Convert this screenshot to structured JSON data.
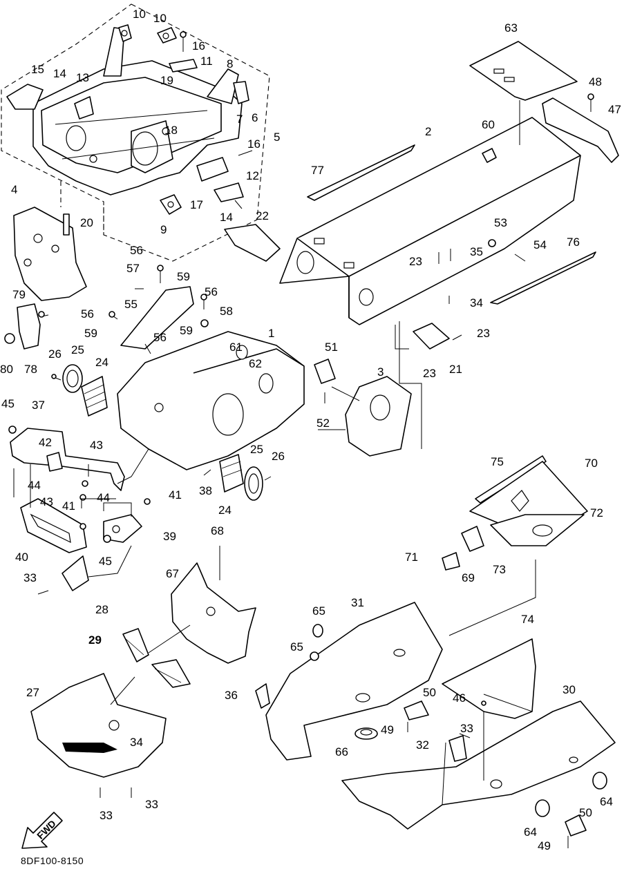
{
  "diagram_code": "8DF100-8150",
  "fwd_label": "FWD",
  "callouts": [
    {
      "id": "c10a",
      "text": "10"
    },
    {
      "id": "c10b",
      "text": "10"
    },
    {
      "id": "c16a",
      "text": "16"
    },
    {
      "id": "c15",
      "text": "15"
    },
    {
      "id": "c14a",
      "text": "14"
    },
    {
      "id": "c13",
      "text": "13"
    },
    {
      "id": "c19",
      "text": "19"
    },
    {
      "id": "c11",
      "text": "11"
    },
    {
      "id": "c8",
      "text": "8"
    },
    {
      "id": "c6",
      "text": "6"
    },
    {
      "id": "c7",
      "text": "7"
    },
    {
      "id": "c18",
      "text": "18"
    },
    {
      "id": "c16b",
      "text": "16"
    },
    {
      "id": "c5",
      "text": "5"
    },
    {
      "id": "c12",
      "text": "12"
    },
    {
      "id": "c17",
      "text": "17"
    },
    {
      "id": "c14b",
      "text": "14"
    },
    {
      "id": "c9",
      "text": "9"
    },
    {
      "id": "c4",
      "text": "4"
    },
    {
      "id": "c20",
      "text": "20"
    },
    {
      "id": "c22",
      "text": "22"
    },
    {
      "id": "c63",
      "text": "63"
    },
    {
      "id": "c48",
      "text": "48"
    },
    {
      "id": "c47",
      "text": "47"
    },
    {
      "id": "c60",
      "text": "60"
    },
    {
      "id": "c2",
      "text": "2"
    },
    {
      "id": "c77",
      "text": "77"
    },
    {
      "id": "c53",
      "text": "53"
    },
    {
      "id": "c54",
      "text": "54"
    },
    {
      "id": "c76",
      "text": "76"
    },
    {
      "id": "c23a",
      "text": "23"
    },
    {
      "id": "c35",
      "text": "35"
    },
    {
      "id": "c34",
      "text": "34"
    },
    {
      "id": "c23b",
      "text": "23"
    },
    {
      "id": "c23c",
      "text": "23"
    },
    {
      "id": "c21",
      "text": "21"
    },
    {
      "id": "c56a",
      "text": "56"
    },
    {
      "id": "c57",
      "text": "57"
    },
    {
      "id": "c59a",
      "text": "59"
    },
    {
      "id": "c56b",
      "text": "56"
    },
    {
      "id": "c55",
      "text": "55"
    },
    {
      "id": "c58",
      "text": "58"
    },
    {
      "id": "c56c",
      "text": "56"
    },
    {
      "id": "c59b",
      "text": "59"
    },
    {
      "id": "c59c",
      "text": "59"
    },
    {
      "id": "c56d",
      "text": "56"
    },
    {
      "id": "c61",
      "text": "61"
    },
    {
      "id": "c1",
      "text": "1"
    },
    {
      "id": "c62",
      "text": "62"
    },
    {
      "id": "c79",
      "text": "79"
    },
    {
      "id": "c80",
      "text": "80"
    },
    {
      "id": "c78",
      "text": "78"
    },
    {
      "id": "c26a",
      "text": "26"
    },
    {
      "id": "c25a",
      "text": "25"
    },
    {
      "id": "c24a",
      "text": "24"
    },
    {
      "id": "c51",
      "text": "51"
    },
    {
      "id": "c3",
      "text": "3"
    },
    {
      "id": "c52",
      "text": "52"
    },
    {
      "id": "c45a",
      "text": "45"
    },
    {
      "id": "c37",
      "text": "37"
    },
    {
      "id": "c42",
      "text": "42"
    },
    {
      "id": "c43a",
      "text": "43"
    },
    {
      "id": "c25b",
      "text": "25"
    },
    {
      "id": "c26b",
      "text": "26"
    },
    {
      "id": "c38",
      "text": "38"
    },
    {
      "id": "c24b",
      "text": "24"
    },
    {
      "id": "c44a",
      "text": "44"
    },
    {
      "id": "c44b",
      "text": "44"
    },
    {
      "id": "c41a",
      "text": "41"
    },
    {
      "id": "c43b",
      "text": "43"
    },
    {
      "id": "c41b",
      "text": "41"
    },
    {
      "id": "c68",
      "text": "68"
    },
    {
      "id": "c39",
      "text": "39"
    },
    {
      "id": "c40",
      "text": "40"
    },
    {
      "id": "c45b",
      "text": "45"
    },
    {
      "id": "c75",
      "text": "75"
    },
    {
      "id": "c70",
      "text": "70"
    },
    {
      "id": "c72",
      "text": "72"
    },
    {
      "id": "c71",
      "text": "71"
    },
    {
      "id": "c69",
      "text": "69"
    },
    {
      "id": "c73",
      "text": "73"
    },
    {
      "id": "c33a",
      "text": "33"
    },
    {
      "id": "c28",
      "text": "28"
    },
    {
      "id": "c67",
      "text": "67"
    },
    {
      "id": "c65a",
      "text": "65"
    },
    {
      "id": "c31",
      "text": "31"
    },
    {
      "id": "c74",
      "text": "74"
    },
    {
      "id": "c29",
      "text": "29"
    },
    {
      "id": "c65b",
      "text": "65"
    },
    {
      "id": "c36",
      "text": "36"
    },
    {
      "id": "c50a",
      "text": "50"
    },
    {
      "id": "c27",
      "text": "27"
    },
    {
      "id": "c30",
      "text": "30"
    },
    {
      "id": "c46",
      "text": "46"
    },
    {
      "id": "c49a",
      "text": "49"
    },
    {
      "id": "c33b",
      "text": "33"
    },
    {
      "id": "c66",
      "text": "66"
    },
    {
      "id": "c32",
      "text": "32"
    },
    {
      "id": "c34b",
      "text": "34"
    },
    {
      "id": "c64a",
      "text": "64"
    },
    {
      "id": "c64b",
      "text": "64"
    },
    {
      "id": "c50b",
      "text": "50"
    },
    {
      "id": "c33c",
      "text": "33"
    },
    {
      "id": "c33d",
      "text": "33"
    },
    {
      "id": "c49b",
      "text": "49"
    }
  ]
}
